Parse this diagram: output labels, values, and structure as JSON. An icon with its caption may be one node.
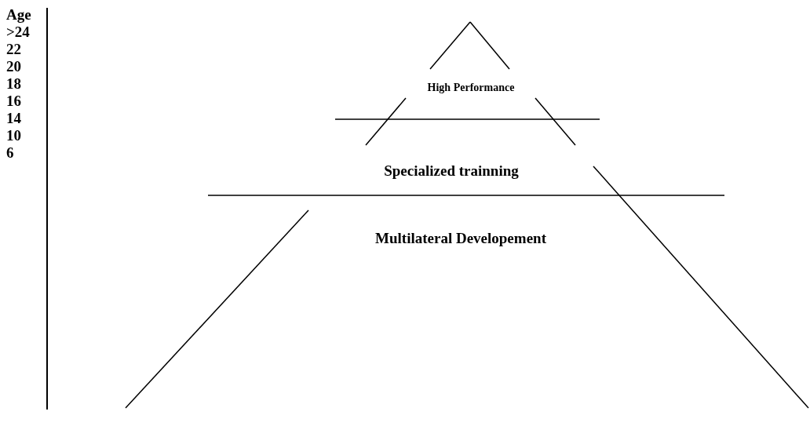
{
  "diagram": {
    "nodes": [
      {
        "text": [
          "High Performance"
        ]
      },
      {
        "text": [
          "Specialized trainning"
        ]
      },
      {
        "text": [
          "Multilateral Developement"
        ]
      }
    ],
    "labels": [
      "Age",
      ">24",
      "22",
      "20",
      "18",
      "16",
      "14",
      "10",
      "6"
    ]
  }
}
